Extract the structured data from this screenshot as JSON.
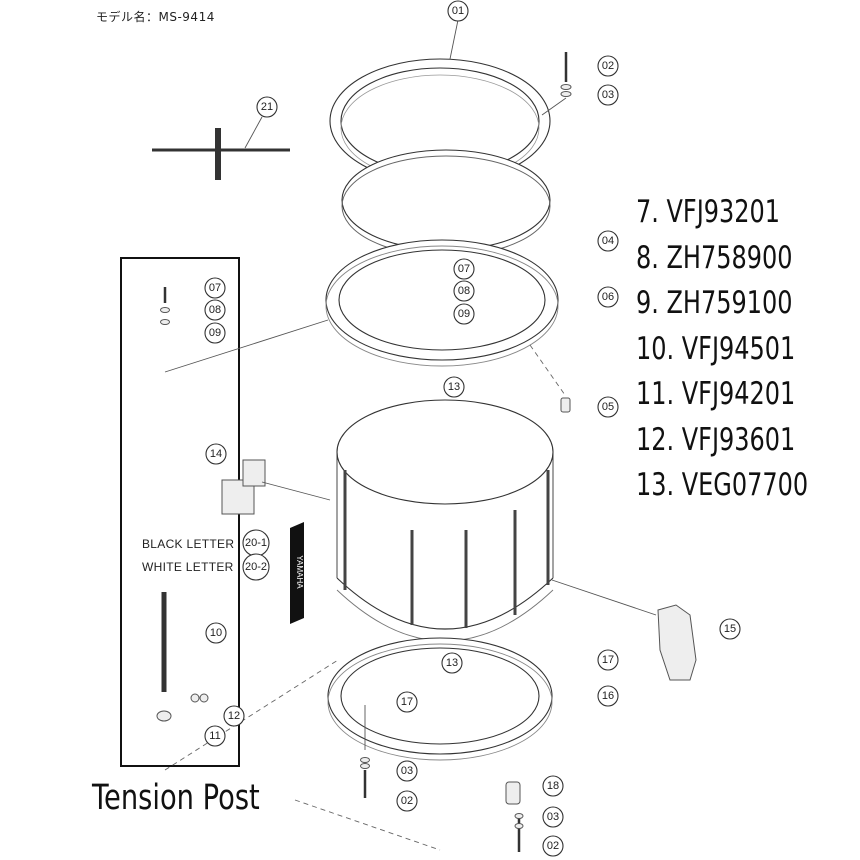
{
  "header": {
    "model_label": "モデル名：MS-9414"
  },
  "callouts": [
    {
      "label": "01"
    },
    {
      "label": "02"
    },
    {
      "label": "03"
    },
    {
      "label": "21"
    },
    {
      "label": "04"
    },
    {
      "label": "07"
    },
    {
      "label": "06"
    },
    {
      "label": "08"
    },
    {
      "label": "09"
    },
    {
      "label": "07"
    },
    {
      "label": "08"
    },
    {
      "label": "09"
    },
    {
      "label": "05"
    },
    {
      "label": "13"
    },
    {
      "label": "14"
    },
    {
      "label": "20-1"
    },
    {
      "label": "20-2"
    },
    {
      "label": "10"
    },
    {
      "label": "12"
    },
    {
      "label": "11"
    },
    {
      "label": "13"
    },
    {
      "label": "17"
    },
    {
      "label": "17"
    },
    {
      "label": "16"
    },
    {
      "label": "15"
    },
    {
      "label": "03"
    },
    {
      "label": "02"
    },
    {
      "label": "18"
    },
    {
      "label": "03"
    },
    {
      "label": "02"
    }
  ],
  "letter_labels": {
    "black": "BLACK LETTER",
    "white": "WHITE LETTER"
  },
  "parts_list": [
    "7. VFJ93201",
    "8. ZH758900",
    "9. ZH759100",
    "10. VFJ94501",
    "11. VFJ94201",
    "12. VFJ93601",
    "13. VEG07700"
  ],
  "tension_post_label": "Tension Post",
  "badge_logo_text": "YAMAHA"
}
